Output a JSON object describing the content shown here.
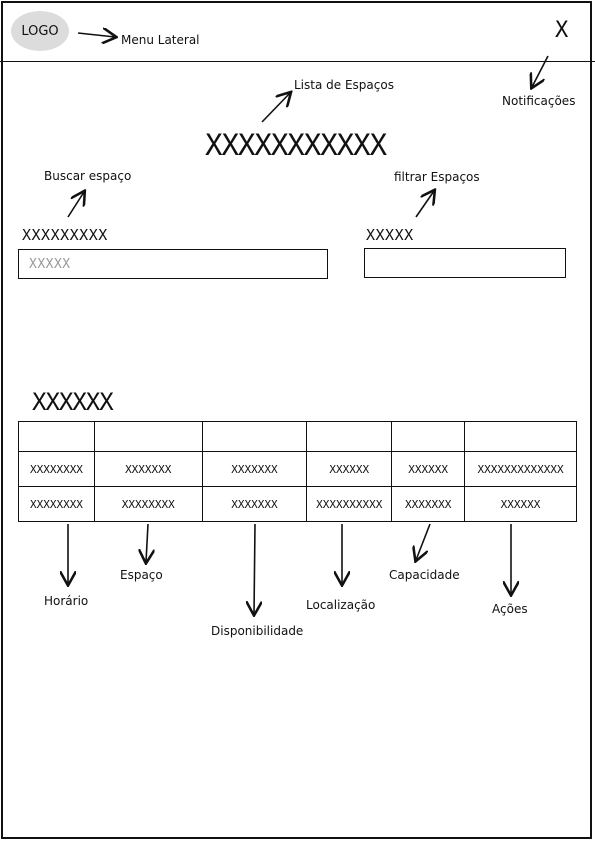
{
  "header": {
    "logo_text": "LOGO",
    "menu_label": "Menu Lateral",
    "notification_glyph": "X",
    "notification_label": "Notificações"
  },
  "page": {
    "title_placeholder": "XXXXXXXXXXX",
    "title_label": "Lista de Espaços"
  },
  "search": {
    "annotation": "Buscar espaço",
    "label": "XXXXXXXXX",
    "placeholder": "XXXXX"
  },
  "filter": {
    "annotation": "filtrar Espaços",
    "label": "XXXXX",
    "value": ""
  },
  "table": {
    "title": "XXXXXX",
    "header": [
      "",
      "",
      "",
      "",
      "",
      ""
    ],
    "rows": [
      [
        "XXXXXXXX",
        "XXXXXXX",
        "XXXXXXX",
        "XXXXXX",
        "XXXXXX",
        "XXXXXXXXXXXXX"
      ],
      [
        "XXXXXXXX",
        "XXXXXXXX",
        "XXXXXXX",
        "XXXXXXXXXX",
        "XXXXXXX",
        "XXXXXX"
      ]
    ],
    "column_notes": [
      "Horário",
      "Espaço",
      "Disponibilidade",
      "Localização",
      "Capacidade",
      "Ações"
    ]
  }
}
